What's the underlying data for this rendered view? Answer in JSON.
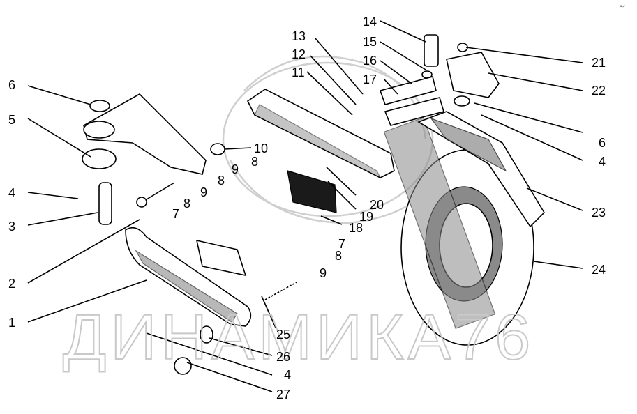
{
  "watermark": "ДИНАМИКА76",
  "corner_mark": "ᐤᐟ",
  "callouts": {
    "c1": "1",
    "c2": "2",
    "c3": "3",
    "c4a": "4",
    "c4b": "4",
    "c4c": "4",
    "c5": "5",
    "c6a": "6",
    "c6b": "6",
    "c7a": "7",
    "c7b": "7",
    "c8a": "8",
    "c8b": "8",
    "c8c": "8",
    "c8d": "8",
    "c9a": "9",
    "c9b": "9",
    "c9c": "9",
    "c10": "10",
    "c11": "11",
    "c12": "12",
    "c13": "13",
    "c14": "14",
    "c15": "15",
    "c16": "16",
    "c17": "17",
    "c18": "18",
    "c19": "19",
    "c20": "20",
    "c21": "21",
    "c22": "22",
    "c23": "23",
    "c24": "24",
    "c25": "25",
    "c26": "26",
    "c27": "27"
  }
}
